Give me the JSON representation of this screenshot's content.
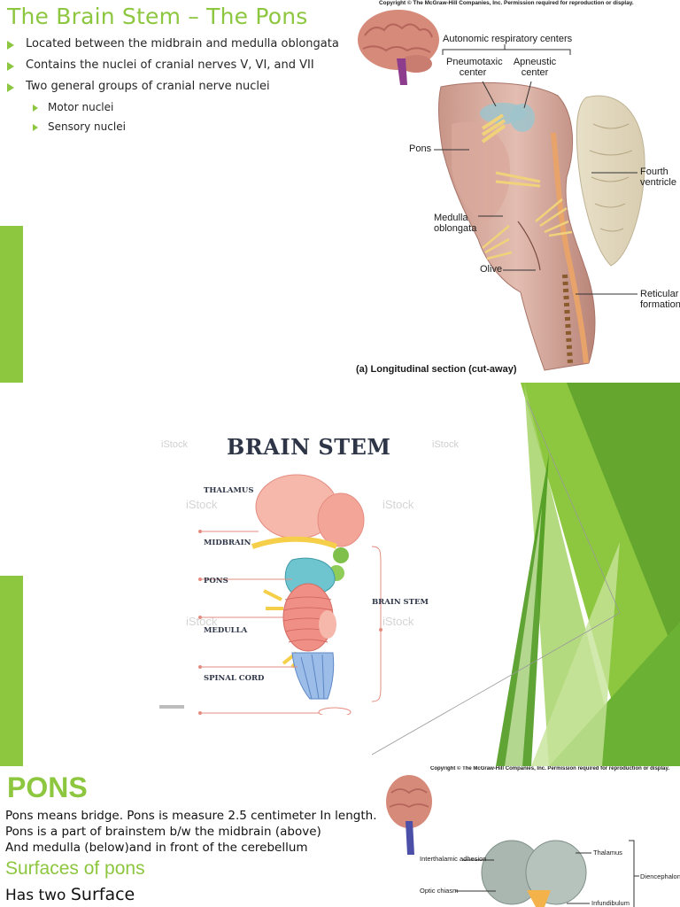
{
  "slide1": {
    "title": "The Brain Stem – The Pons",
    "bullets": [
      "Located between the midbrain and medulla oblongata",
      "Contains the nuclei of cranial nerves V, VI, and VII",
      "Two general groups of cranial nerve nuclei"
    ],
    "sub_bullets": [
      "Motor nuclei",
      "Sensory nuclei"
    ],
    "figure": {
      "copyright": "Copyright © The McGraw-Hill Companies, Inc. Permission required for reproduction or display.",
      "labels": {
        "autonomic": "Autonomic respiratory centers",
        "pneumotaxic_1": "Pneumotaxic",
        "pneumotaxic_2": "center",
        "apneustic_1": "Apneustic",
        "apneustic_2": "center",
        "pons": "Pons",
        "fourth_1": "Fourth",
        "fourth_2": "ventricle",
        "medulla_1": "Medulla",
        "medulla_2": "oblongata",
        "olive": "Olive",
        "reticular_1": "Reticular",
        "reticular_2": "formation"
      },
      "caption": "(a) Longitudinal section (cut-away)"
    }
  },
  "slide2": {
    "title": "BRAIN STEM",
    "labels": {
      "thalamus": "THALAMUS",
      "midbrain": "MIDBRAIN",
      "pons": "PONS",
      "medulla": "MEDULLA",
      "spinal_cord": "SPINAL CORD",
      "brain_stem": "BRAIN STEM"
    },
    "watermark": "iStock"
  },
  "slide3": {
    "title": "PONS",
    "lines": [
      "Pons means bridge. Pons is measure 2.5 centimeter In length.",
      "Pons is a part of brainstem b/w the midbrain (above)",
      "And medulla (below)and in front of the cerebellum"
    ],
    "surfaces_title": "Surfaces of pons",
    "has_two_a": "Has two ",
    "has_two_b": "Surface",
    "figure": {
      "copyright": "Copyright © The McGraw-Hill Companies, Inc. Permission required for reproduction or display.",
      "labels": {
        "interthalamic": "Interthalamic adhesion",
        "thalamus": "Thalamus",
        "diencephalon": "Diencephalon",
        "optic": "Optic chiasm",
        "infundibulum": "Infundibulum"
      }
    }
  },
  "colors": {
    "accent_green": "#8dc63f",
    "dark_green": "#4e9a1f",
    "text": "#262626"
  }
}
